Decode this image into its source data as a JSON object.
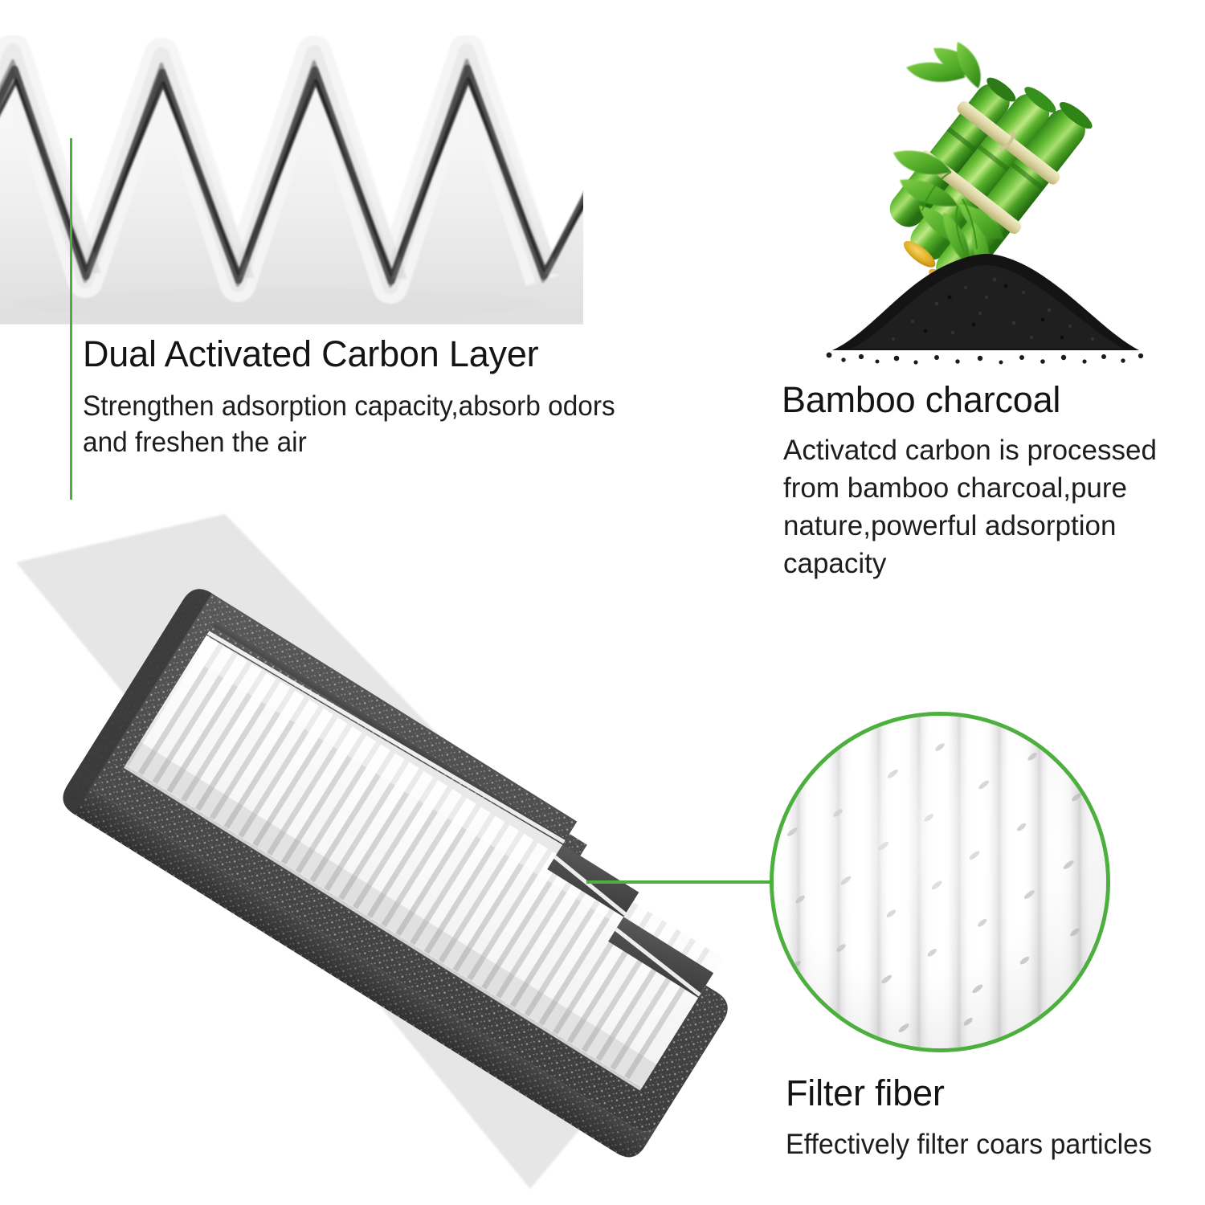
{
  "page": {
    "background_color": "#ffffff",
    "accent_color": "#4caf3e",
    "text_color": "#1a1a1a"
  },
  "callouts": {
    "carbon": {
      "heading": "Dual Activated Carbon Layer",
      "body": "Strengthen adsorption capacity,absorb odors and freshen the air",
      "leader_color": "#4caf3e"
    },
    "bamboo": {
      "heading": "Bamboo charcoal",
      "body": "Activatcd carbon is processed from bamboo charcoal,pure nature,powerful adsorption capacity"
    },
    "fiber": {
      "heading": "Filter fiber",
      "body": "Effectively filter coars particles",
      "leader_color": "#4caf3e",
      "circle_border_color": "#4caf3e"
    }
  },
  "images": {
    "pleated_media": {
      "name": "pleated-carbon-media-photo",
      "description": "Zigzag pleated filter media with white outer layers and dark activated-carbon core",
      "white_layer_color": "#f6f6f6",
      "carbon_layer_color": "#2b2b2b"
    },
    "bamboo_charcoal": {
      "name": "bamboo-and-charcoal-illustration",
      "description": "Three green bamboo stalks tied with a cream band above a pile of black charcoal granules",
      "stalk_color": "#4aa829",
      "stalk_highlight_color": "#8fd14f",
      "cut_end_color": "#e8b830",
      "tie_color": "#e8e0b8",
      "charcoal_color": "#1a1a1a"
    },
    "fiber_closeup": {
      "name": "filter-fiber-closeup-circle",
      "description": "Magnified circular view of vertical white non-woven fiber ridges with small oval flecks",
      "fiber_color": "#ffffff",
      "shadow_color": "#d6d6d6"
    },
    "product_filter": {
      "name": "cabin-air-filter-product-photo",
      "description": "Long rectangular cabin air filter with dark speckled foam frame and white pleated media, rotated diagonally",
      "foam_color": "#4a4a4a",
      "foam_speckle_color": "#c9c9c9",
      "pleat_color": "#f2f2f2",
      "pleat_shadow_color": "#bdbdbd"
    }
  }
}
